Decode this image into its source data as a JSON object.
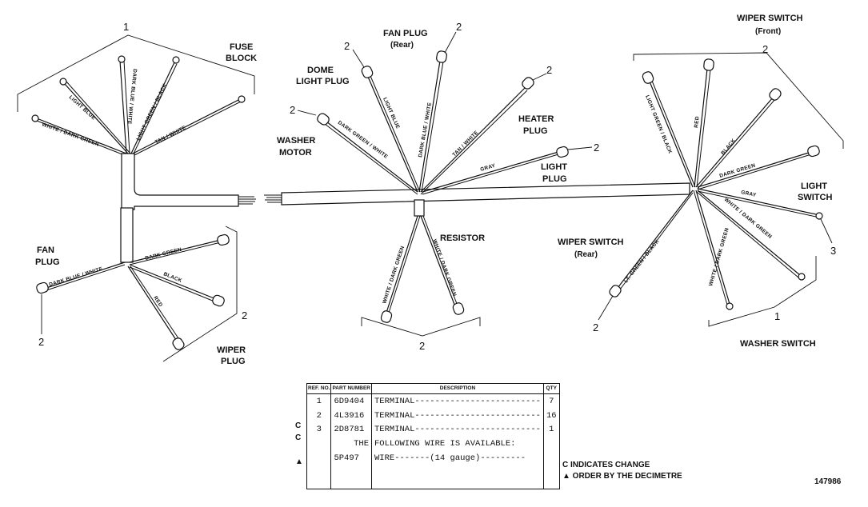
{
  "labels": {
    "fuse_block": [
      "FUSE",
      "BLOCK"
    ],
    "fan_plug_left": [
      "FAN",
      "PLUG"
    ],
    "wiper_plug": [
      "WIPER",
      "PLUG"
    ],
    "fan_plug_rear": [
      "FAN PLUG",
      "(Rear)"
    ],
    "dome_light_plug": [
      "DOME",
      "LIGHT PLUG"
    ],
    "washer_motor": [
      "WASHER",
      "MOTOR"
    ],
    "heater_plug": [
      "HEATER",
      "PLUG"
    ],
    "light_plug": [
      "LIGHT",
      "PLUG"
    ],
    "resistor": "RESISTOR",
    "wiper_switch_front": [
      "WIPER SWITCH",
      "(Front)"
    ],
    "light_switch": [
      "LIGHT",
      "SWITCH"
    ],
    "wiper_switch_rear": [
      "WIPER SWITCH",
      "(Rear)"
    ],
    "washer_switch": "WASHER SWITCH"
  },
  "wire_labels": {
    "light_blue_1": "LIGHT BLUE",
    "white_dark_green_1": "WHITE / DARK GREEN",
    "dark_blue_white_1": "DARK BLUE / WHITE",
    "light_green_black_1": "LIGHT GREEN / BLACK",
    "tan_white_1": "TAN / WHITE",
    "dark_blue_white_2": "DARK BLUE / WHITE",
    "dark_green_1": "DARK GREEN",
    "black_1": "BLACK",
    "red_1": "RED",
    "light_blue_2": "LIGHT BLUE",
    "dark_green_white": "DARK GREEN / WHITE",
    "dark_blue_white_3": "DARK BLUE / WHITE",
    "tan_white_2": "TAN / WHITE",
    "gray_1": "GRAY",
    "white_dark_green_2": "WHITE / DARK GREEN",
    "white_dark_green_3": "WHITE / DARK GREEN",
    "light_green_black_2": "LIGHT GREEN / BLACK",
    "red_2": "RED",
    "black_2": "BLACK",
    "dark_green_2": "DARK GREEN",
    "gray_2": "GRAY",
    "white_dark_green_4": "WHITE / DARK GREEN",
    "lt_green_black": "LT. GREEN / BLACK",
    "white_dark_green_5": "WHITE / DARK GREEN"
  },
  "ref_numbers": {
    "one": "1",
    "two": "2",
    "three": "3"
  },
  "table": {
    "headers": {
      "ref": "REF. NO.",
      "part": "PART NUMBER",
      "desc": "DESCRIPTION",
      "qty": "QTY"
    },
    "rows": [
      {
        "mark": "",
        "ref": "1",
        "part": "6D9404",
        "desc": "TERMINAL-------------------------",
        "qty": "7"
      },
      {
        "mark": "C",
        "ref": "2",
        "part": "4L3916",
        "desc": "TERMINAL-------------------------",
        "qty": "16"
      },
      {
        "mark": "C",
        "ref": "3",
        "part": "2D8781",
        "desc": "TERMINAL-------------------------",
        "qty": "1"
      },
      {
        "mark": "",
        "ref": "",
        "part": "THE",
        "desc": "FOLLOWING WIRE IS AVAILABLE:",
        "qty": ""
      },
      {
        "mark": "▲",
        "ref": "",
        "part": "5P497",
        "desc": "WIRE-------(14 gauge)---------",
        "qty": ""
      }
    ]
  },
  "notes": {
    "change": "C INDICATES CHANGE",
    "order": "▲ ORDER BY THE DECIMETRE"
  },
  "drawing_number": "147986"
}
